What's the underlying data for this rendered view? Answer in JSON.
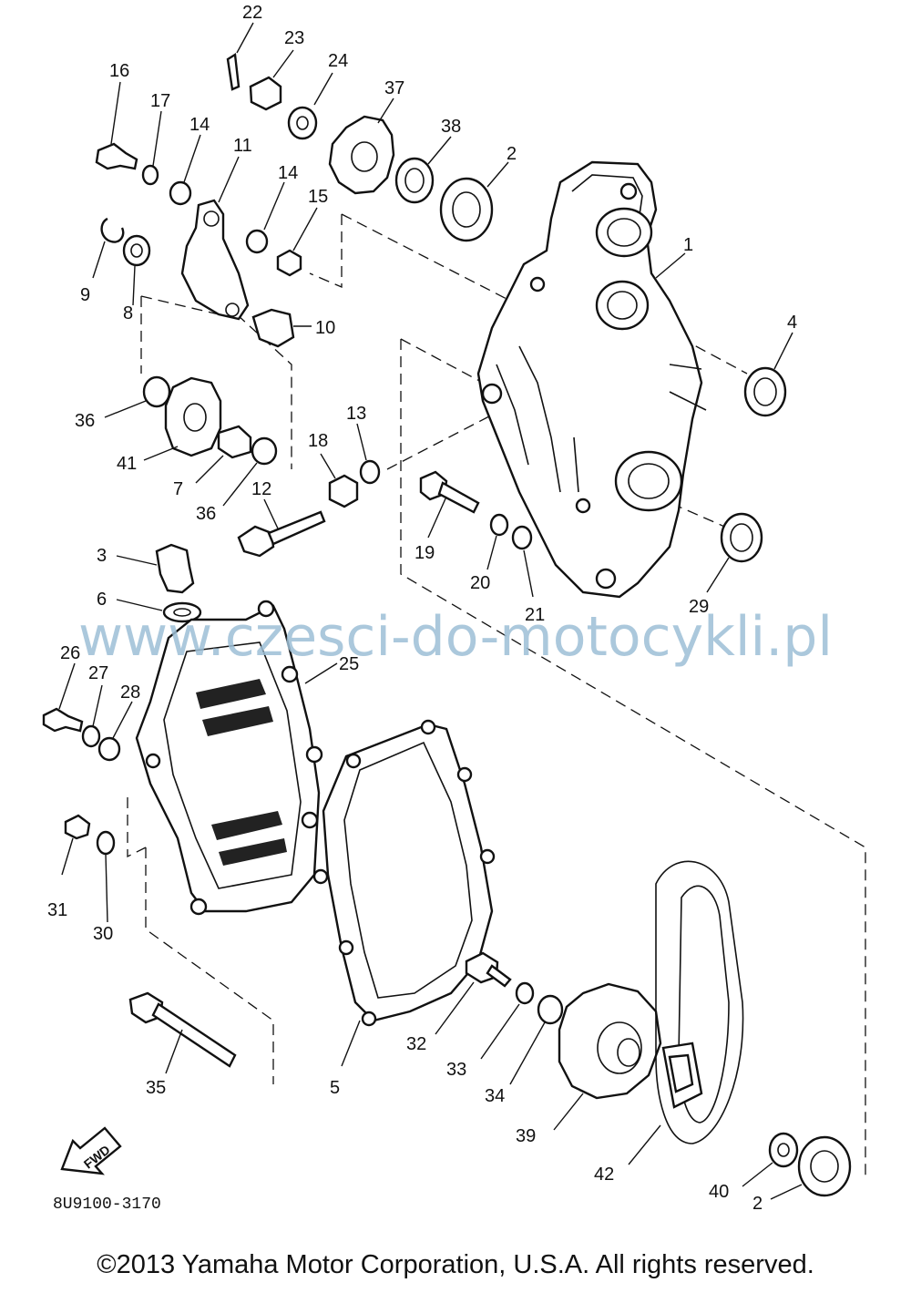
{
  "diagram": {
    "callouts": [
      "1",
      "2",
      "2",
      "3",
      "4",
      "5",
      "6",
      "7",
      "8",
      "9",
      "10",
      "11",
      "12",
      "13",
      "14",
      "14",
      "15",
      "16",
      "17",
      "18",
      "19",
      "20",
      "21",
      "22",
      "23",
      "24",
      "25",
      "26",
      "27",
      "28",
      "29",
      "30",
      "31",
      "32",
      "33",
      "34",
      "35",
      "36",
      "36",
      "37",
      "38",
      "39",
      "40",
      "41",
      "42"
    ],
    "find_label": "FWD",
    "ref_code": "8U9100-3170"
  },
  "watermark": "www.czesci-do-motocykli.pl",
  "copyright": "©2013 Yamaha Motor Corporation, U.S.A. All rights reserved."
}
